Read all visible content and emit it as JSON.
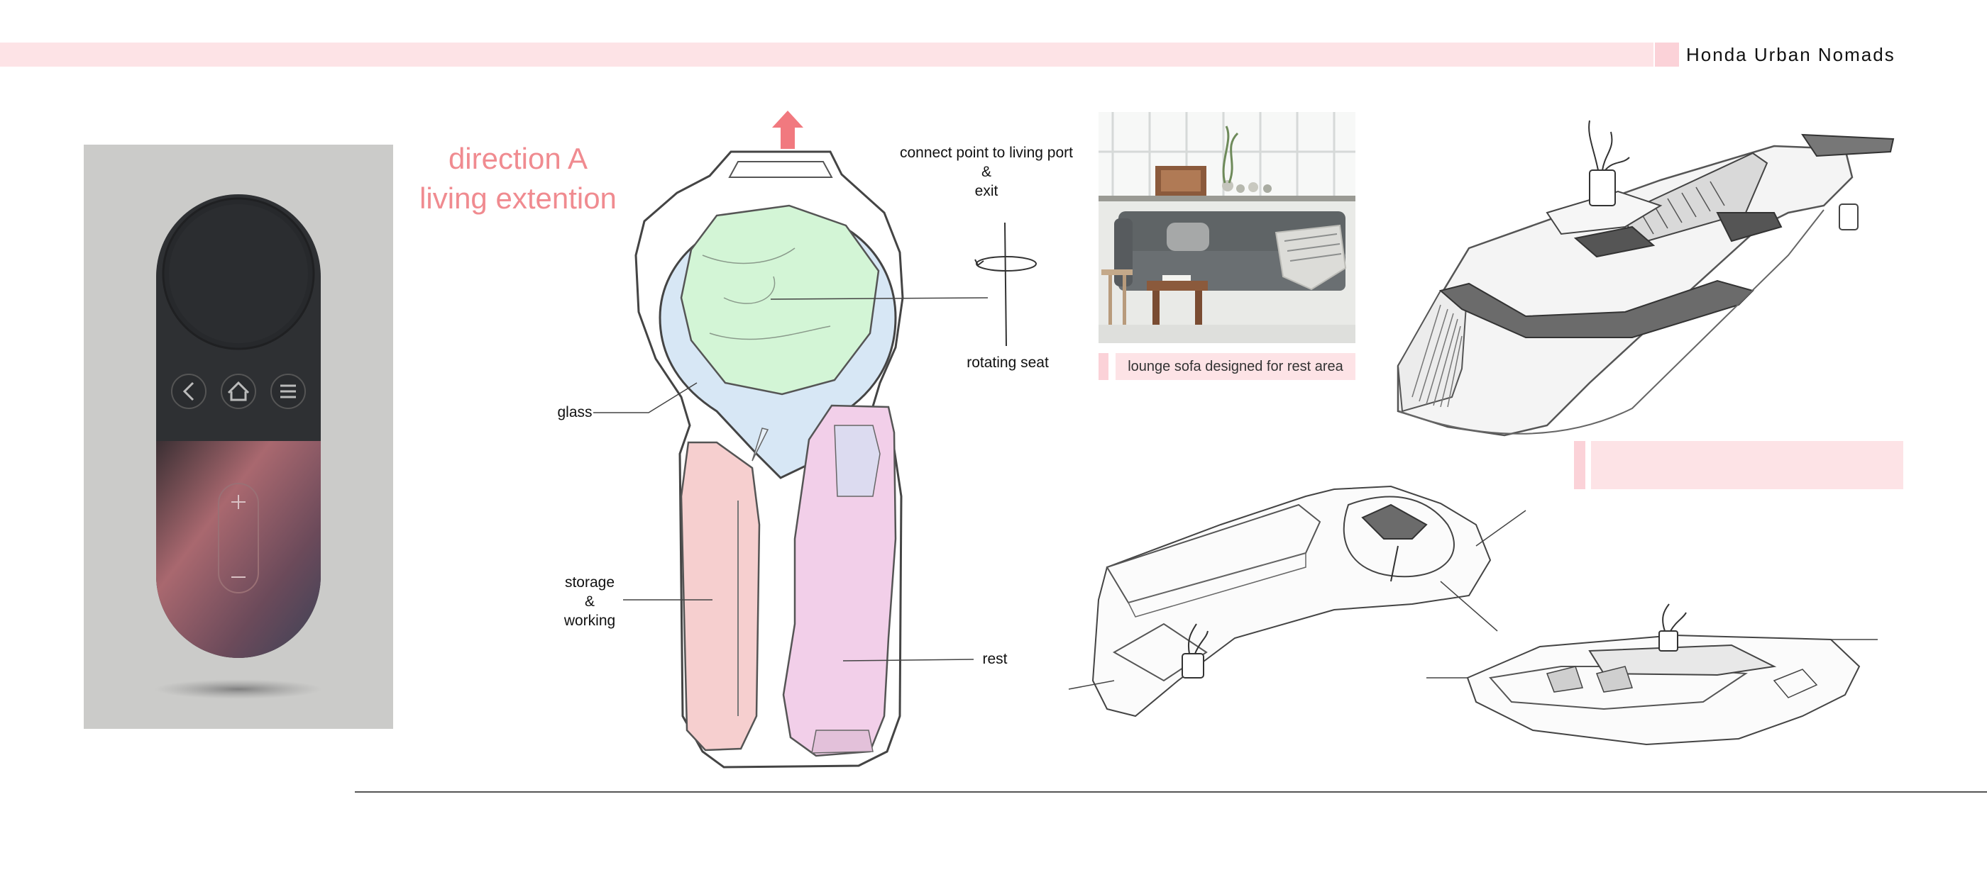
{
  "header": {
    "brand": "Honda Urban Nomads"
  },
  "concept": {
    "title_line1": "direction A",
    "title_line2": "living extention"
  },
  "labels": {
    "connect_line1": "connect point to living port",
    "connect_line2": "&",
    "connect_line3": "exit",
    "rotating_seat": "rotating seat",
    "glass": "glass",
    "storage_line1": "storage",
    "storage_line2": "&",
    "storage_line3": "working",
    "rest": "rest"
  },
  "photo": {
    "caption": "lounge sofa designed for rest area"
  },
  "colors": {
    "accent_pink": "#f08b90",
    "band_pink": "#fde3e6",
    "zone_seat_green": "#d3f5d6",
    "zone_glass_blue": "#d7e7f5",
    "zone_storage_pink": "#f6cfcf",
    "zone_rest_magenta": "#f2cfe9"
  },
  "icons": {
    "up_arrow": "arrow-up-icon",
    "back": "chevron-left-icon",
    "home": "home-icon",
    "menu": "menu-icon",
    "plus": "plus-icon",
    "minus": "minus-icon",
    "rotate": "rotate-icon"
  }
}
